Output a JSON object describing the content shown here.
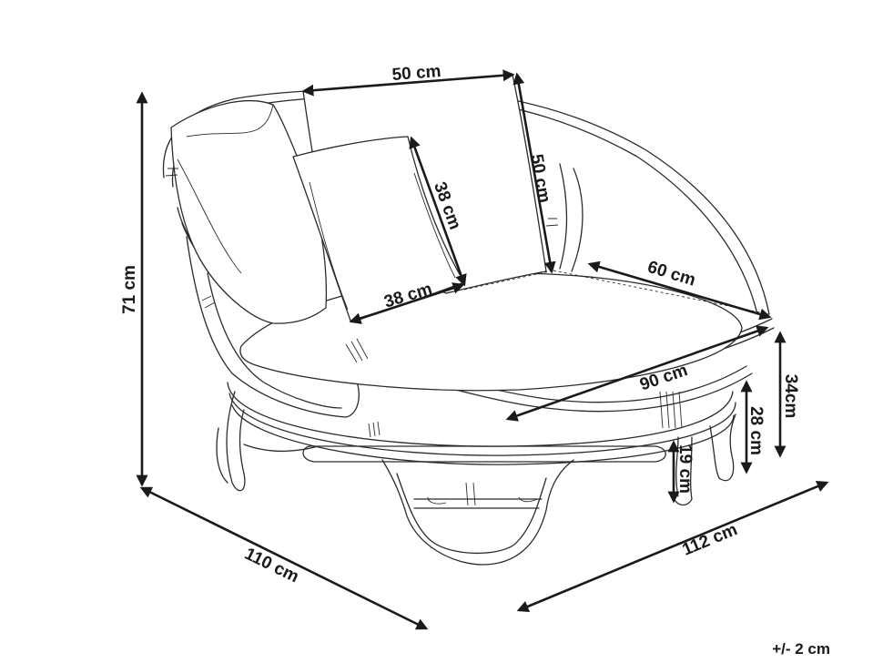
{
  "dimensions": {
    "back_cushion_width": "50 cm",
    "back_cushion_height": "50 cm",
    "pillow_height": "38 cm",
    "pillow_width": "38 cm",
    "seat_depth": "60 cm",
    "seat_diameter": "90 cm",
    "total_height": "71 cm",
    "seat_height_top": "34cm",
    "seat_height_mid": "28 cm",
    "base_height": "19 cm",
    "depth": "110 cm",
    "width": "112 cm"
  },
  "tolerance": "+/- 2 cm",
  "colors": {
    "line": "#2b2b2b",
    "dimension": "#1a1a1a",
    "background": "#ffffff"
  }
}
